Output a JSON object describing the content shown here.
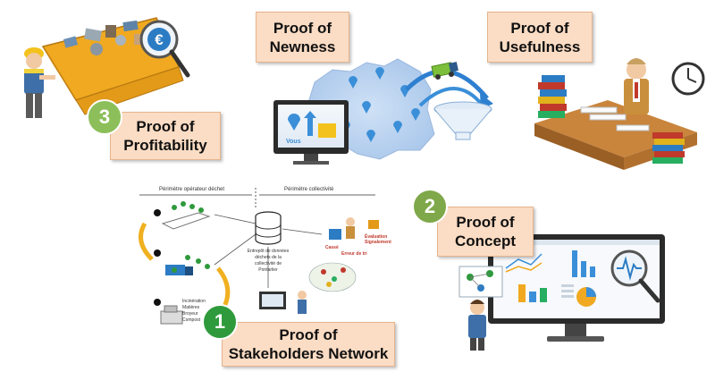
{
  "cards": {
    "newness": {
      "line1": "Proof of",
      "line2": "Newness"
    },
    "usefulness": {
      "line1": "Proof of",
      "line2": "Usefulness"
    },
    "profitability": {
      "number": "3",
      "line1": "Proof of",
      "line2": "Profitability"
    },
    "concept": {
      "number": "2",
      "line1": "Proof of",
      "line2": "Concept"
    },
    "stakeholders": {
      "number": "1",
      "line1": "Proof of",
      "line2": "Stakeholders Network"
    }
  },
  "network_diagram": {
    "scope_operator": "Périmètre opérateur déchet",
    "scope_community": "Périmètre collectivité",
    "warehouse_label_lines": [
      "Entrepôt de données",
      "déchets de la",
      "collectivité de",
      "Pontarlier"
    ],
    "step_labels": [
      "Cassé",
      "Erreur de tri",
      "Évaluation",
      "Signalement"
    ],
    "bin_labels": [
      "Incinération",
      "Matières",
      "Broyeur",
      "Compost"
    ]
  },
  "screen_label": "Vous",
  "colors": {
    "card_bg": "#fbdcc4",
    "badge_1": "#2e9a3c",
    "badge_2": "#7fa84a",
    "badge_3": "#8cbf5a",
    "accent_blue": "#3a8fd8"
  },
  "icons": [
    "magnifier-euro-icon",
    "france-map-icon",
    "monitor-icon",
    "truck-icon",
    "funnel-icon",
    "clock-icon",
    "paper-stacks-icon",
    "worker-icon",
    "dumpster-icon",
    "database-icon",
    "dashboard-monitor-icon",
    "magnifier-pulse-icon"
  ]
}
